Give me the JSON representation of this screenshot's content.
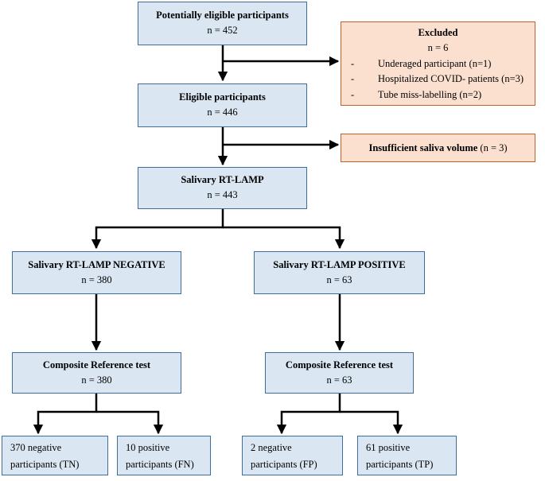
{
  "nodes": {
    "potential": {
      "title": "Potentially eligible participants",
      "n": "n = 452"
    },
    "excluded": {
      "title": "Excluded",
      "n": "n = 6",
      "bullet": "-",
      "items": [
        "Underaged participant (n=1)",
        "Hospitalized COVID- patients (n=3)",
        "Tube miss-labelling (n=2)"
      ]
    },
    "eligible": {
      "title": "Eligible participants",
      "n": "n = 446"
    },
    "insufficient": {
      "label": "Insufficient  saliva volume",
      "n": " (n = 3)"
    },
    "lamp": {
      "title": "Salivary RT-LAMP",
      "n": "n = 443"
    },
    "negative": {
      "title": "Salivary RT-LAMP NEGATIVE",
      "n": "n = 380"
    },
    "positive": {
      "title": "Salivary RT-LAMP POSITIVE",
      "n": "n = 63"
    },
    "ref_neg": {
      "title": "Composite Reference test",
      "n": "n = 380"
    },
    "ref_pos": {
      "title": "Composite Reference test",
      "n": "n = 63"
    },
    "tn": {
      "line1": "370 negative",
      "line2": "participants (TN)"
    },
    "fn": {
      "line1": "10 positive",
      "line2": "participants (FN)"
    },
    "fp": {
      "line1": "2 negative",
      "line2": "participants (FP)"
    },
    "tp": {
      "line1": "61 positive",
      "line2": "participants (TP)"
    }
  },
  "colors": {
    "blue_fill": "#dae6f2",
    "blue_border": "#3e6e9e",
    "orange_fill": "#fbe0cf",
    "orange_border": "#c0622b",
    "arrow": "#000000"
  }
}
